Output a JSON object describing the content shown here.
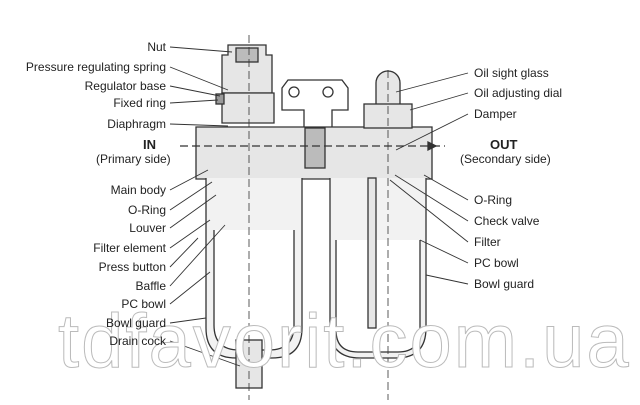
{
  "left_labels": [
    "Nut",
    "Pressure regulating spring",
    "Regulator base",
    "Fixed ring",
    "Diaphragm",
    "Main body",
    "O-Ring",
    "Louver",
    "Filter element",
    "Press button",
    "Baffle",
    "PC bowl",
    "Bowl guard",
    "Drain cock"
  ],
  "right_labels": [
    "Oil sight glass",
    "Oil adjusting dial",
    "Damper",
    "O-Ring",
    "Check valve",
    "Filter",
    "PC bowl",
    "Bowl guard"
  ],
  "inlet": {
    "title": "IN",
    "subtitle": "(Primary side)"
  },
  "outlet": {
    "title": "OUT",
    "subtitle": "(Secondary side)"
  },
  "watermark": "tdfavorit.com.ua",
  "colors": {
    "line": "#333333",
    "fill": "#d9d9d9",
    "text": "#222222"
  }
}
